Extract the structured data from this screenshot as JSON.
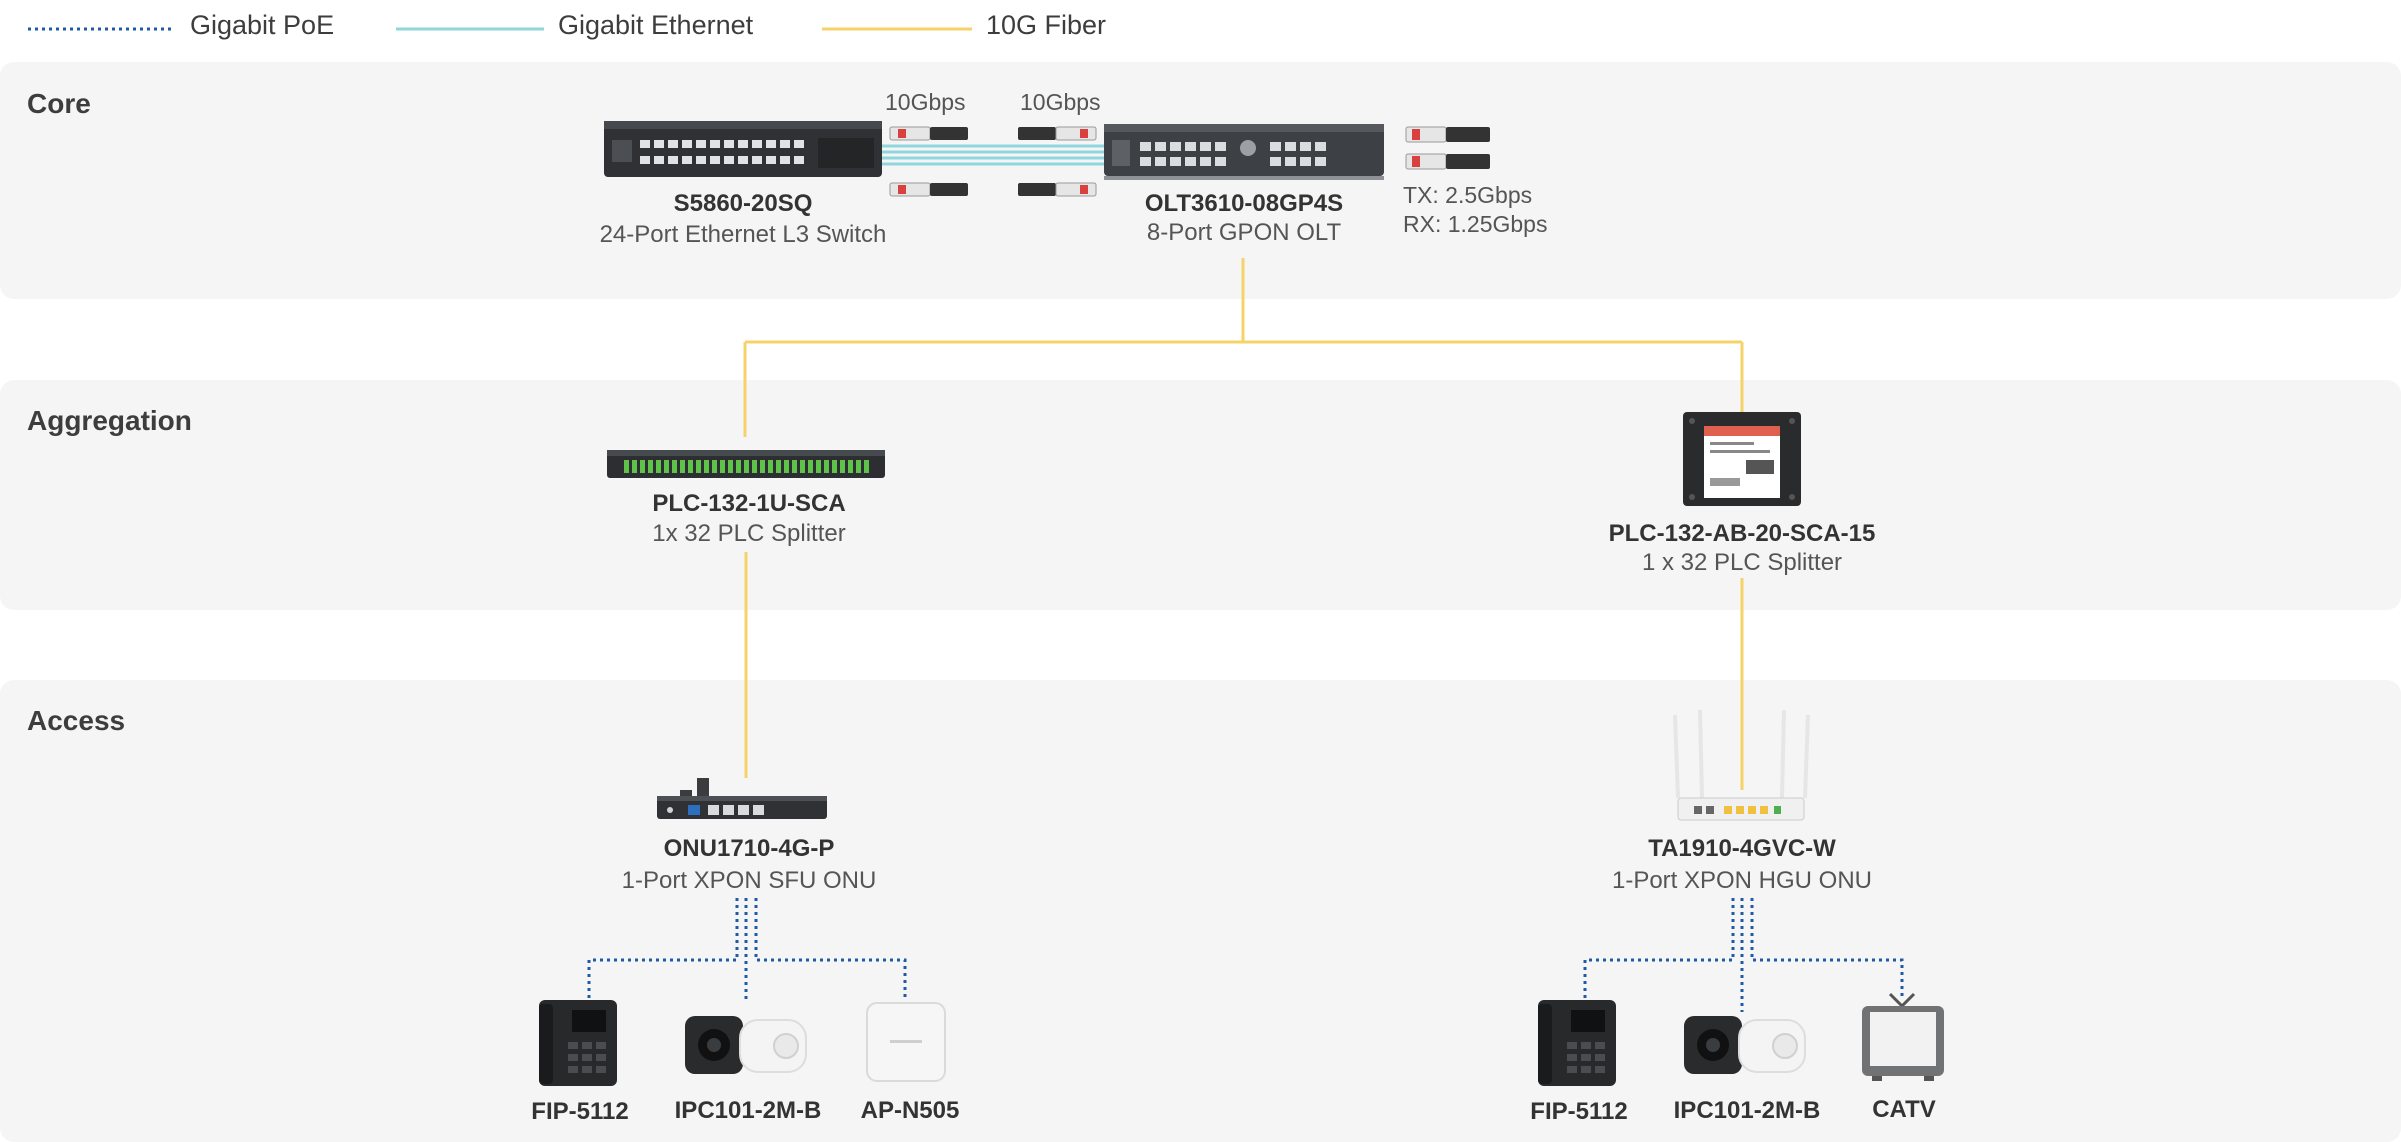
{
  "legend": {
    "poe": "Gigabit PoE",
    "ethernet": "Gigabit Ethernet",
    "fiber": "10G Fiber"
  },
  "colors": {
    "poe": "#1f5aa6",
    "ethernet": "#8fd6dd",
    "fiber": "#f5d36a",
    "band": "#f5f5f5"
  },
  "layers": {
    "core": "Core",
    "aggregation": "Aggregation",
    "access": "Access"
  },
  "core": {
    "switch": {
      "name": "S5860-20SQ",
      "desc": "24-Port Ethernet L3 Switch"
    },
    "olt": {
      "name": "OLT3610-08GP4S",
      "desc": "8-Port GPON OLT"
    },
    "link_left": "10Gbps",
    "link_right": "10Gbps",
    "tx": "TX: 2.5Gbps",
    "rx": "RX: 1.25Gbps"
  },
  "aggregation": {
    "splitter_rack": {
      "name": "PLC-132-1U-SCA",
      "desc": "1x 32 PLC Splitter"
    },
    "splitter_box": {
      "name": "PLC-132-AB-20-SCA-15",
      "desc": "1 x 32 PLC Splitter"
    }
  },
  "access": {
    "onu_sfu": {
      "name": "ONU1710-4G-P",
      "desc": "1-Port XPON SFU ONU"
    },
    "onu_hgu": {
      "name": "TA1910-4GVC-W",
      "desc": "1-Port XPON HGU ONU"
    },
    "endpoints_left": [
      "FIP-5112",
      "IPC101-2M-B",
      "AP-N505"
    ],
    "endpoints_right": [
      "FIP-5112",
      "IPC101-2M-B",
      "CATV"
    ]
  }
}
